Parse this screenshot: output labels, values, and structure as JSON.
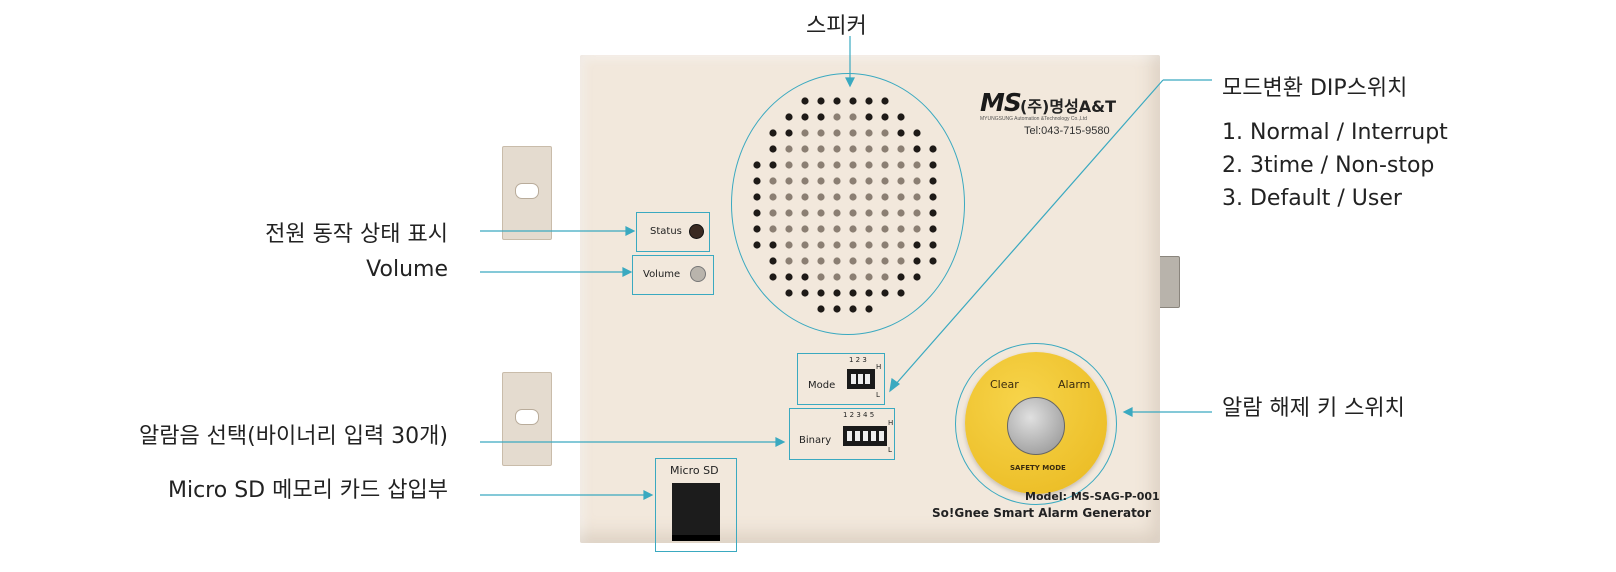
{
  "callouts": {
    "speaker": "스피커",
    "power_status": "전원 동작 상태 표시",
    "volume": "Volume",
    "mode_dip": "모드변환 DIP스위치",
    "mode_options": [
      "1. Normal / Interrupt",
      "2. 3time / Non-stop",
      "3. Default / User"
    ],
    "sound_select": "알람음 선택(바이너리 입력 30개)",
    "micro_sd": "Micro SD 메모리 카드 삽입부",
    "alarm_key": "알람 해제 키 스위치"
  },
  "device": {
    "brand_logo": "MS",
    "brand_name": "(주)명성A&T",
    "brand_sub": "MYUNGSUNG Automation &Technology Co.,Ltd",
    "tel": "Tel:043-715-9580",
    "status_label": "Status",
    "volume_label": "Volume",
    "mode_label": "Mode",
    "mode_numbers": "1 2 3",
    "binary_label": "Binary",
    "binary_numbers": "1 2 3 4 5",
    "high_mark": "H",
    "low_mark": "L",
    "micro_sd_label": "Micro SD",
    "clear_label": "Clear",
    "alarm_label": "Alarm",
    "safety_mode": "SAFETY MODE",
    "model": "Model: MS-SAG-P-001",
    "product_name": "So!Gnee Smart Alarm Generator"
  },
  "colors": {
    "accent_line": "#3aa9c0",
    "panel": "#f2e8dc",
    "button_yellow": "#f2c52e"
  }
}
